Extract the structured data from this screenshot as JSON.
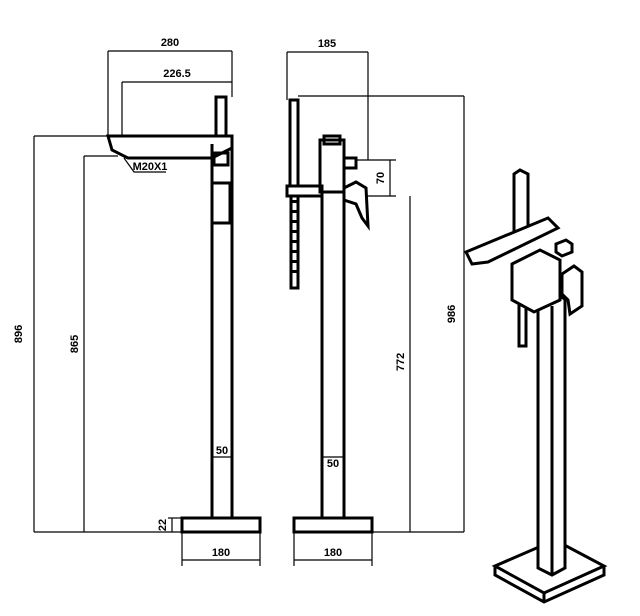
{
  "dimensions": {
    "spout_reach": "280",
    "spout_reach_inner": "226.5",
    "thread": "M20X1",
    "overall_height": "896",
    "spout_height": "865",
    "pipe_diameter_front": "50",
    "base_height": "22",
    "base_width_front": "180",
    "side_depth": "185",
    "handle_drop": "70",
    "side_spout_height": "772",
    "side_overall_height": "986",
    "pipe_diameter_side": "50",
    "base_width_side": "180"
  }
}
